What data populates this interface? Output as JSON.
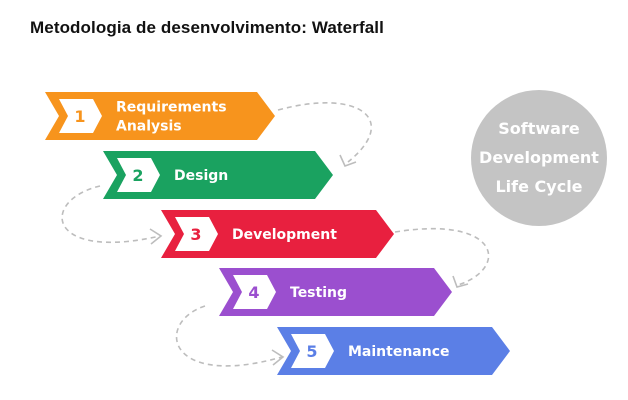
{
  "title": "Metodologia de desenvolvimento: Waterfall",
  "steps": [
    {
      "number": "1",
      "label_lines": [
        "Requirements",
        "Analysis"
      ],
      "color": "#f7941d"
    },
    {
      "number": "2",
      "label_lines": [
        "Design"
      ],
      "color": "#1aa260"
    },
    {
      "number": "3",
      "label_lines": [
        "Development"
      ],
      "color": "#e8203f"
    },
    {
      "number": "4",
      "label_lines": [
        "Testing"
      ],
      "color": "#9b4fcf"
    },
    {
      "number": "5",
      "label_lines": [
        "Maintenance"
      ],
      "color": "#5b7fe6"
    }
  ],
  "circle": {
    "lines": [
      "Software",
      "Development",
      "Life Cycle"
    ],
    "color": "#c4c4c4"
  }
}
